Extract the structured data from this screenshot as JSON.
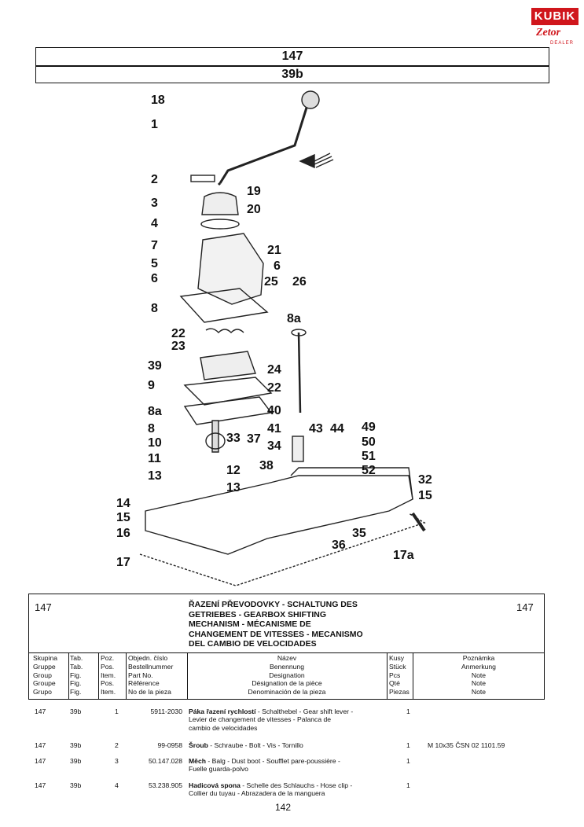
{
  "logo": {
    "brand": "KUBIK",
    "sub": "Zetor",
    "tag": "DEALER"
  },
  "header": {
    "group": "147",
    "table": "39b"
  },
  "callouts": [
    "18",
    "1",
    "2",
    "19",
    "3",
    "20",
    "4",
    "7",
    "21",
    "5",
    "6",
    "6",
    "25",
    "26",
    "8",
    "8a",
    "22",
    "23",
    "24",
    "39",
    "22",
    "9",
    "8a",
    "40",
    "8",
    "41",
    "43",
    "44",
    "49",
    "10",
    "33",
    "37",
    "34",
    "50",
    "11",
    "38",
    "51",
    "52",
    "13",
    "12",
    "32",
    "13",
    "15",
    "14",
    "15",
    "35",
    "16",
    "36",
    "17a",
    "17"
  ],
  "table_head": {
    "group_left": "147",
    "group_right": "147",
    "title_lines": [
      "ŘAZENÍ PŘEVODOVKY - SCHALTUNG DES",
      "GETRIEBES - GEARBOX SHIFTING",
      "MECHANISM - MÉCANISME DE",
      "CHANGEMENT DE VITESSES - MECANISMO",
      "DEL CAMBIO DE VELOCIDADES"
    ],
    "col_skupina": [
      "Skupina",
      "Gruppe",
      "Group",
      "Groupe",
      "Grupo"
    ],
    "col_tab": [
      "Tab.",
      "Tab.",
      "Fig.",
      "Fig.",
      "Fig."
    ],
    "col_poz": [
      "Poz.",
      "Pos.",
      "Item.",
      "Pos.",
      "Item."
    ],
    "col_cislo": [
      "Objedn. číslo",
      "Bestellnummer",
      "Part No.",
      "Référence",
      "No de la pieza"
    ],
    "col_nazev": [
      "Název",
      "Benennung",
      "Designation",
      "Désignation de la pièce",
      "Denominación de la pieza"
    ],
    "col_kusy": [
      "Kusy",
      "Stück",
      "Pcs",
      "Qté",
      "Piezas"
    ],
    "col_poznamka": [
      "Poznámka",
      "Anmerkung",
      "Note",
      "Note",
      "Note"
    ]
  },
  "rows": [
    {
      "group": "147",
      "tab": "39b",
      "pos": "1",
      "part": "5911-2030",
      "name_bold": "Páka řazení rychlostí",
      "name_rest": " - Schalthebel - Gear shift lever -",
      "name_lines": [
        "Levier de changement de vitesses  - Palanca de",
        "cambio de velocidades"
      ],
      "qty": "1",
      "note": ""
    },
    {
      "group": "147",
      "tab": "39b",
      "pos": "2",
      "part": "99-0958",
      "name_bold": "Šroub",
      "name_rest": " - Schraube - Bolt - Vis - Tornillo",
      "name_lines": [],
      "qty": "1",
      "note": "M 10x35 ČSN 02 1101.59"
    },
    {
      "group": "147",
      "tab": "39b",
      "pos": "3",
      "part": "50.147.028",
      "name_bold": "Měch",
      "name_rest": " - Balg - Dust boot - Soufflet pare-poussière -",
      "name_lines": [
        "Fuelle guarda-polvo"
      ],
      "qty": "1",
      "note": ""
    },
    {
      "group": "147",
      "tab": "39b",
      "pos": "4",
      "part": "53.238.905",
      "name_bold": "Hadicová spona",
      "name_rest": " - Schelle des Schlauchs - Hose clip -",
      "name_lines": [
        "Collier du tuyau - Abrazadera de la manguera"
      ],
      "qty": "1",
      "note": ""
    }
  ],
  "page_number": "142"
}
